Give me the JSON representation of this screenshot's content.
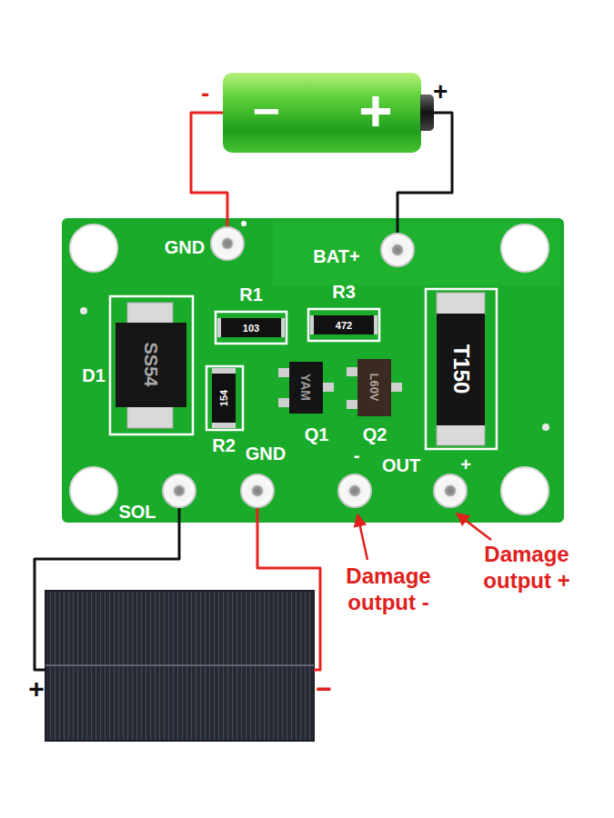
{
  "diagram": {
    "nodes": [
      {
        "text": [
          "−",
          "+"
        ]
      },
      {
        "text": [
          "GND"
        ]
      },
      {
        "text": [
          "BAT+"
        ]
      },
      {
        "text": [
          "R1",
          "103"
        ]
      },
      {
        "text": [
          "R3",
          "472"
        ]
      },
      {
        "text": [
          "D1",
          "SS54"
        ]
      },
      {
        "text": [
          "R2",
          "154"
        ]
      },
      {
        "text": [
          "Q1",
          "YAM"
        ]
      },
      {
        "text": [
          "Q2",
          "L60V"
        ]
      },
      {
        "text": [
          "T150"
        ]
      },
      {
        "text": [
          "SOL"
        ]
      },
      {
        "text": [
          "GND"
        ]
      },
      {
        "text": [
          "-"
        ]
      },
      {
        "text": [
          "+"
        ]
      },
      {
        "text": [
          "+",
          "−"
        ]
      }
    ],
    "edges": [
      {
        "from": 0,
        "to": 1,
        "arrow": "none"
      },
      {
        "from": 0,
        "to": 2,
        "arrow": "none"
      },
      {
        "from": 10,
        "to": 14,
        "arrow": "none"
      },
      {
        "from": 11,
        "to": 14,
        "arrow": "none"
      }
    ],
    "labels": [
      "-",
      "+",
      "OUT",
      "Damage output -",
      "Damage output +"
    ]
  }
}
